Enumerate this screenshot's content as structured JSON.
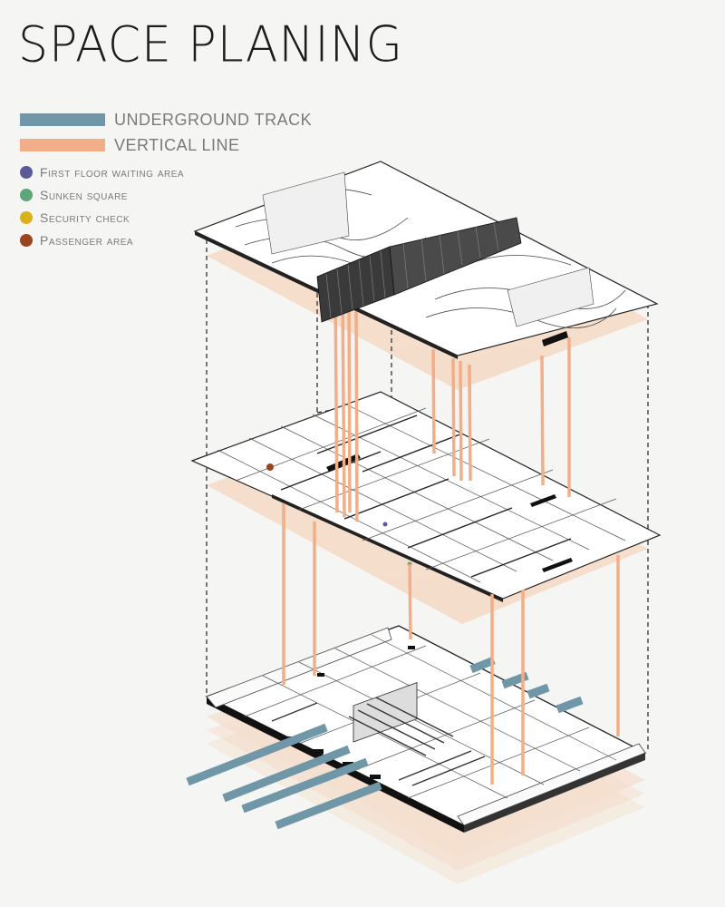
{
  "title": "SPACE PLANING",
  "legend": {
    "lines": [
      {
        "label": "UNDERGROUND TRACK",
        "color": "#6f97a8"
      },
      {
        "label": "VERTICAL LINE",
        "color": "#f1ae88"
      }
    ],
    "areas": [
      {
        "label": "First floor waiting area",
        "color": "#5c5b99"
      },
      {
        "label": "Sunken square",
        "color": "#5fa57c"
      },
      {
        "label": "Security check",
        "color": "#d9b21b"
      },
      {
        "label": "Passenger area",
        "color": "#9a4520"
      }
    ]
  },
  "colors": {
    "track": "#6f97a8",
    "vertical": "#f1ae88",
    "shadow": "#f5d9c4",
    "slab": "#ffffff",
    "line": "#2a2a2a"
  }
}
